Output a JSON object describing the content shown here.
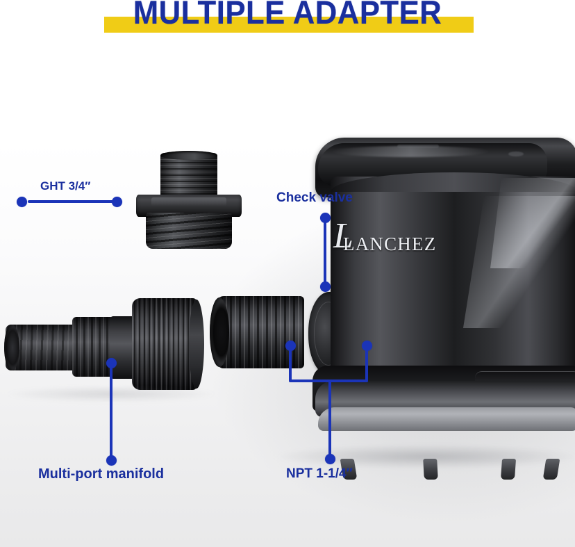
{
  "title": {
    "text": "MULTIPLE ADAPTER",
    "text_color": "#1a2f9e",
    "highlight_color": "#f0cc16"
  },
  "brand": {
    "name": "LANCHEZ",
    "monogram": "L"
  },
  "theme": {
    "callout_blue": "#1b34b8",
    "label_blue": "#1a2f9e",
    "background": "#f0f0f1"
  },
  "callouts": [
    {
      "id": "ght",
      "label": "GHT 3/4″",
      "style": "horizontal-line",
      "target": "threaded garden hose adapter"
    },
    {
      "id": "check-valve",
      "label": "Check valve",
      "style": "vertical-line",
      "target": "check valve flapper disc"
    },
    {
      "id": "multi-port-manifold",
      "label": "Multi-port manifold",
      "style": "vertical-line",
      "target": "barbed manifold with knurled nut"
    },
    {
      "id": "npt",
      "label": "NPT 1-1/4″",
      "style": "fork-bracket",
      "target": "two NPT threaded ports"
    }
  ]
}
